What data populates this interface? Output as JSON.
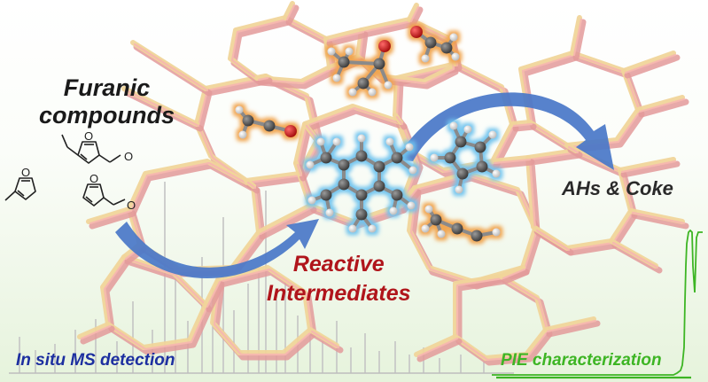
{
  "labels": {
    "furanic_line1": "Furanic",
    "furanic_line2": "compounds",
    "reactive_line1": "Reactive",
    "reactive_line2": "Intermediates",
    "ahs_coke": "AHs & Coke",
    "in_situ_ms": "In situ MS detection",
    "pie": "PIE characterization"
  },
  "colors": {
    "framework_pink": "#e8a6a6",
    "framework_yellow": "#f1dd9c",
    "arrow_blue": "#4a78c8",
    "carbon_gray": "#5a5a5a",
    "oxygen_red": "#cc1f1f",
    "hydrogen_white": "#f4f4f4",
    "orange_glow": "#f0a24a",
    "blue_glow": "#6fc3ee",
    "ms_gray": "#bdbdbd",
    "pie_green": "#3db524"
  },
  "icons": [
    "zeolite-framework",
    "furanic-molecules",
    "reactive-intermediate-molecules",
    "ms-spectrum",
    "pie-curve"
  ]
}
